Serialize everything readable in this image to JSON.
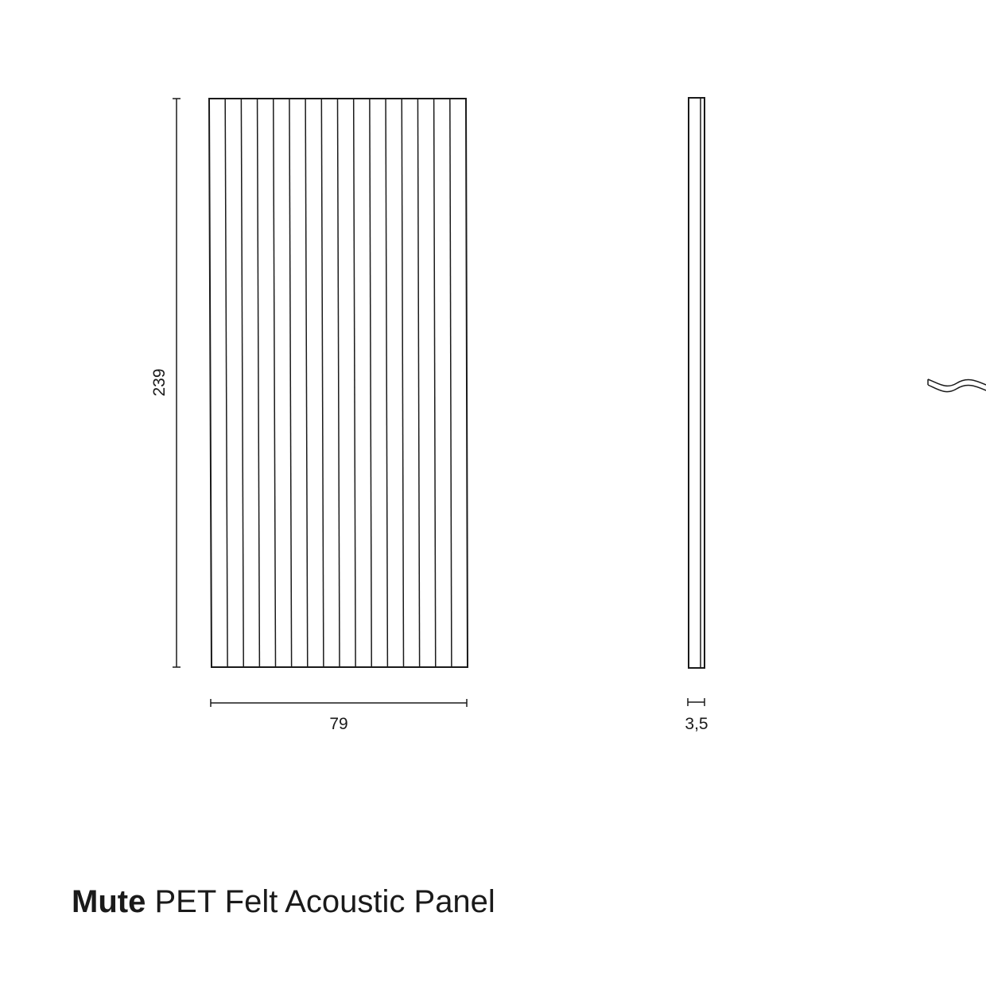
{
  "drawing": {
    "height_label": "239",
    "width_label": "79",
    "depth_label": "3,5",
    "slat_count": 16,
    "line_color": "#1a1a1a"
  },
  "title": {
    "brand": "Mute",
    "product": "PET Felt Acoustic Panel"
  }
}
